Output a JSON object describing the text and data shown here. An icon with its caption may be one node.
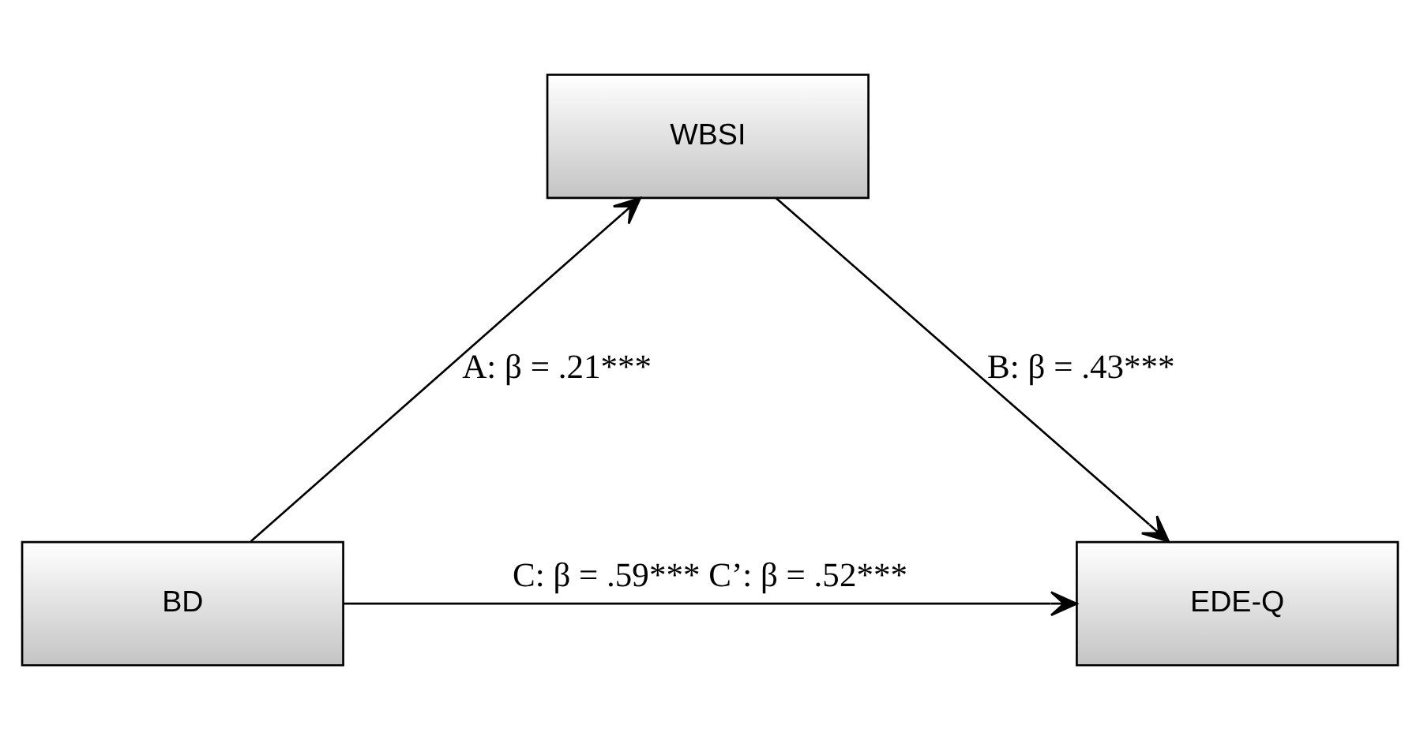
{
  "diagram": {
    "nodes": [
      {
        "text": [
          "WBSI"
        ]
      },
      {
        "text": [
          "BD"
        ]
      },
      {
        "text": [
          "EDE-Q"
        ]
      }
    ],
    "edges": [
      {
        "from": 1,
        "to": 0,
        "arrow": "to",
        "label": "A: β = .21***"
      },
      {
        "from": 0,
        "to": 2,
        "arrow": "to",
        "label": "B: β = .43***"
      },
      {
        "from": 1,
        "to": 2,
        "arrow": "to",
        "label": "C: β = .59*** C’: β = .52***"
      }
    ]
  }
}
